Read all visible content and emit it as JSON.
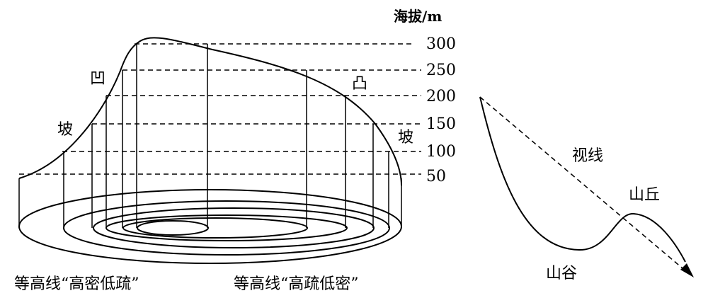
{
  "figure": {
    "axis": {
      "title": "海拔/m",
      "ticks": [
        "300",
        "250",
        "200",
        "150",
        "100",
        "50"
      ]
    },
    "slope_labels": {
      "concave": "凹",
      "convex": "凸",
      "left_slope": "坡",
      "right_slope": "坡"
    },
    "captions": {
      "left": "等高线“高密低疏”",
      "right": "等高线“高疏低密”"
    },
    "profile": {
      "sight_line": "视线",
      "hill": "山丘",
      "valley": "山谷"
    }
  }
}
